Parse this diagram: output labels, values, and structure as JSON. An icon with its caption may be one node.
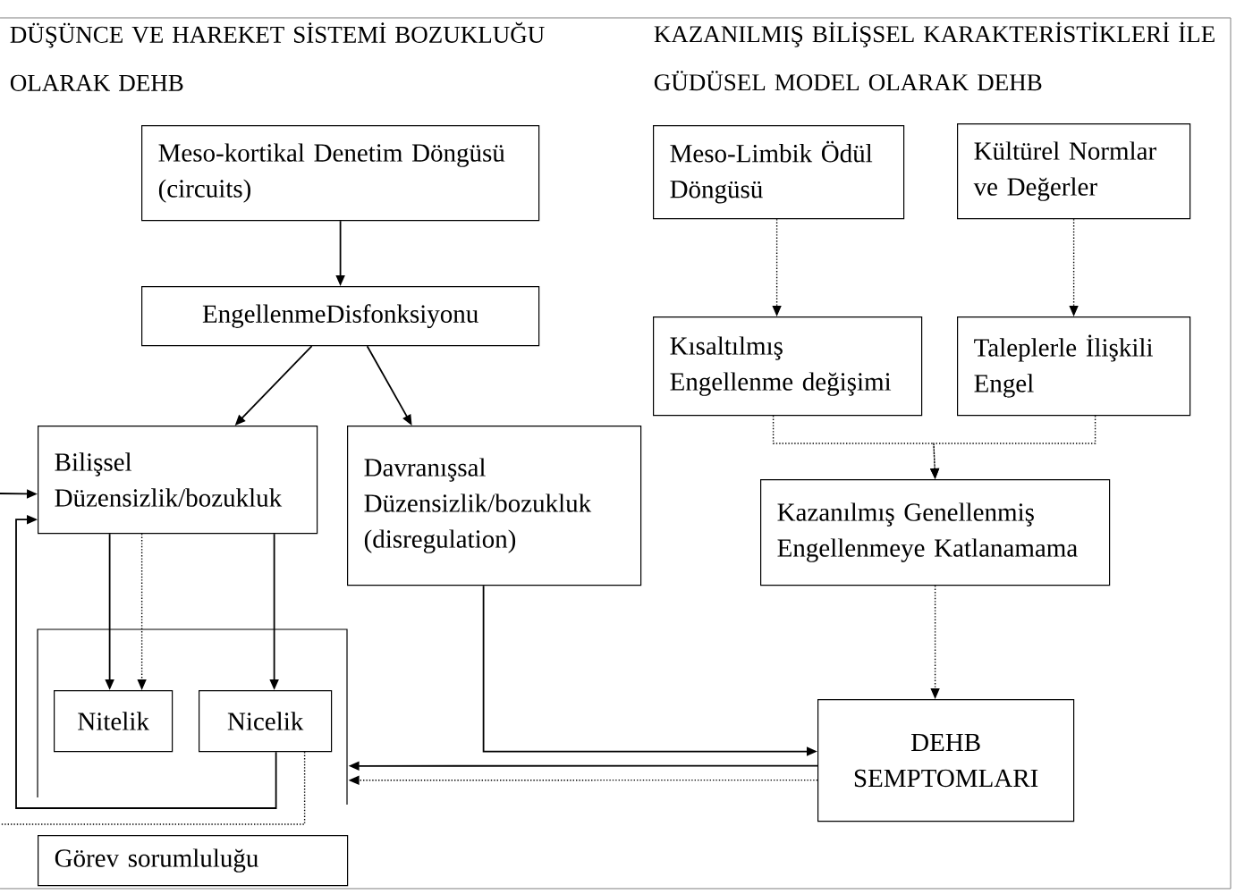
{
  "diagram": {
    "nodes": [
      {
        "text": [
          "Meso-kortikal Denetim Döngüsü (circuits)"
        ]
      },
      {
        "text": [
          "EngellenmeDisfonksiyonu"
        ]
      },
      {
        "text": [
          "Bilişsel Düzensizlik/bozukluk"
        ]
      },
      {
        "text": [
          "Davranışsal Düzensizlik/bozukluk (disregulation)"
        ]
      },
      {
        "text": [],
        "shape": "box"
      },
      {
        "text": [
          "Nitelik"
        ],
        "in": 4
      },
      {
        "text": [
          "Nicelik"
        ],
        "in": 4
      },
      {
        "text": [
          "Görev sorumluluğu"
        ]
      },
      {
        "text": [
          "Meso-Limbik Ödül Döngüsü"
        ]
      },
      {
        "text": [
          "Kültürel Normlar ve Değerler"
        ]
      },
      {
        "text": [
          "Kısaltılmış Engellenme değişimi"
        ]
      },
      {
        "text": [
          "Taleplerle İlişkili Engel"
        ]
      },
      {
        "text": [
          "Kazanılmış Genellenmiş Engellenmeye Katlanamama"
        ]
      },
      {
        "text": [
          "DEHB SEMPTOMLARI"
        ]
      }
    ],
    "edges": [
      {
        "from": 0,
        "to": 1,
        "arrow": "to"
      },
      {
        "from": 1,
        "to": 2,
        "arrow": "to"
      },
      {
        "from": 1,
        "to": 3,
        "arrow": "to"
      },
      {
        "from": 2,
        "to": 5,
        "arrow": "to"
      },
      {
        "from": 2,
        "to": 5,
        "arrow": "to",
        "style": "dashed"
      },
      {
        "from": 2,
        "to": 6,
        "arrow": "to"
      },
      {
        "from": 3,
        "to": 13,
        "arrow": "to"
      },
      {
        "from": 6,
        "to": 2,
        "arrow": "to"
      },
      {
        "from": null,
        "to": 2,
        "arrow": "to"
      },
      {
        "from": 6,
        "to": null,
        "arrow": "none",
        "style": "dashed"
      },
      {
        "from": 13,
        "to": 4,
        "arrow": "to"
      },
      {
        "from": 13,
        "to": 4,
        "arrow": "to",
        "style": "dashed"
      },
      {
        "from": 8,
        "to": 10,
        "arrow": "to",
        "style": "dashed"
      },
      {
        "from": 9,
        "to": 11,
        "arrow": "to",
        "style": "dashed"
      },
      {
        "from": 10,
        "to": 12,
        "arrow": "to",
        "style": "dashed"
      },
      {
        "from": 11,
        "to": 12,
        "arrow": "to",
        "style": "dashed"
      },
      {
        "from": 12,
        "to": 13,
        "arrow": "to",
        "style": "dashed"
      }
    ],
    "labels": [
      "DÜŞÜNCE VE HAREKET SİSTEMİ BOZUKLUĞU OLARAK DEHB",
      "KAZANILMIŞ BİLİŞSEL KARAKTERİSTİKLERİ İLE GÜDÜSEL MODEL OLARAK DEHB"
    ]
  }
}
